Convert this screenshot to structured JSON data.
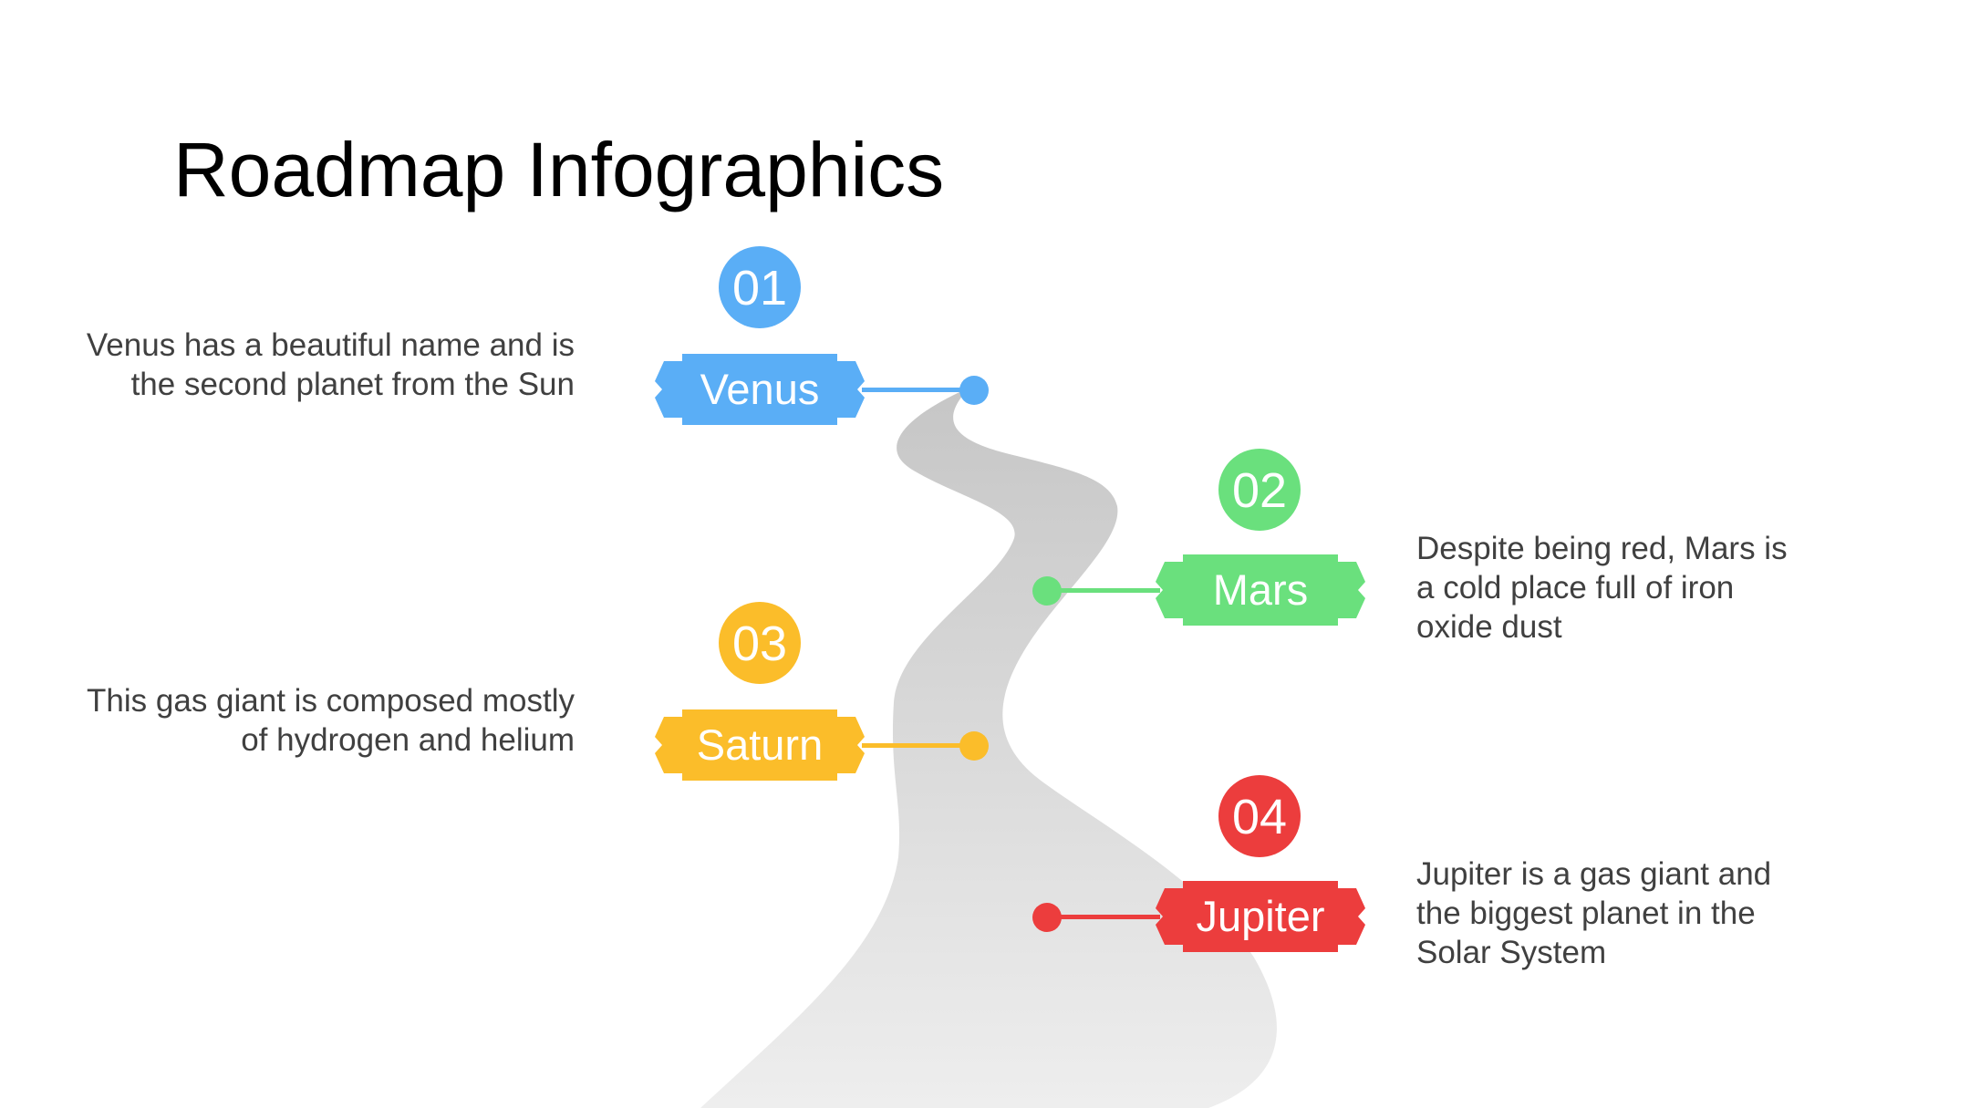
{
  "slide": {
    "title": "Roadmap Infographics"
  },
  "colors": {
    "venus": "#5aaef6",
    "mars": "#6ae07d",
    "saturn": "#fbbd2a",
    "jupiter": "#ec3d3d",
    "road_top": "#c9c9c9",
    "road_bottom": "#ececec"
  },
  "milestones": [
    {
      "number": "01",
      "label": "Venus",
      "text": "Venus has a beautiful name and is the second planet from the Sun"
    },
    {
      "number": "02",
      "label": "Mars",
      "text": "Despite being red, Mars is a cold place full of iron oxide dust"
    },
    {
      "number": "03",
      "label": "Saturn",
      "text": "This gas giant is composed mostly of hydrogen and helium"
    },
    {
      "number": "04",
      "label": "Jupiter",
      "text": "Jupiter is a gas giant and the biggest planet in the Solar System"
    }
  ]
}
